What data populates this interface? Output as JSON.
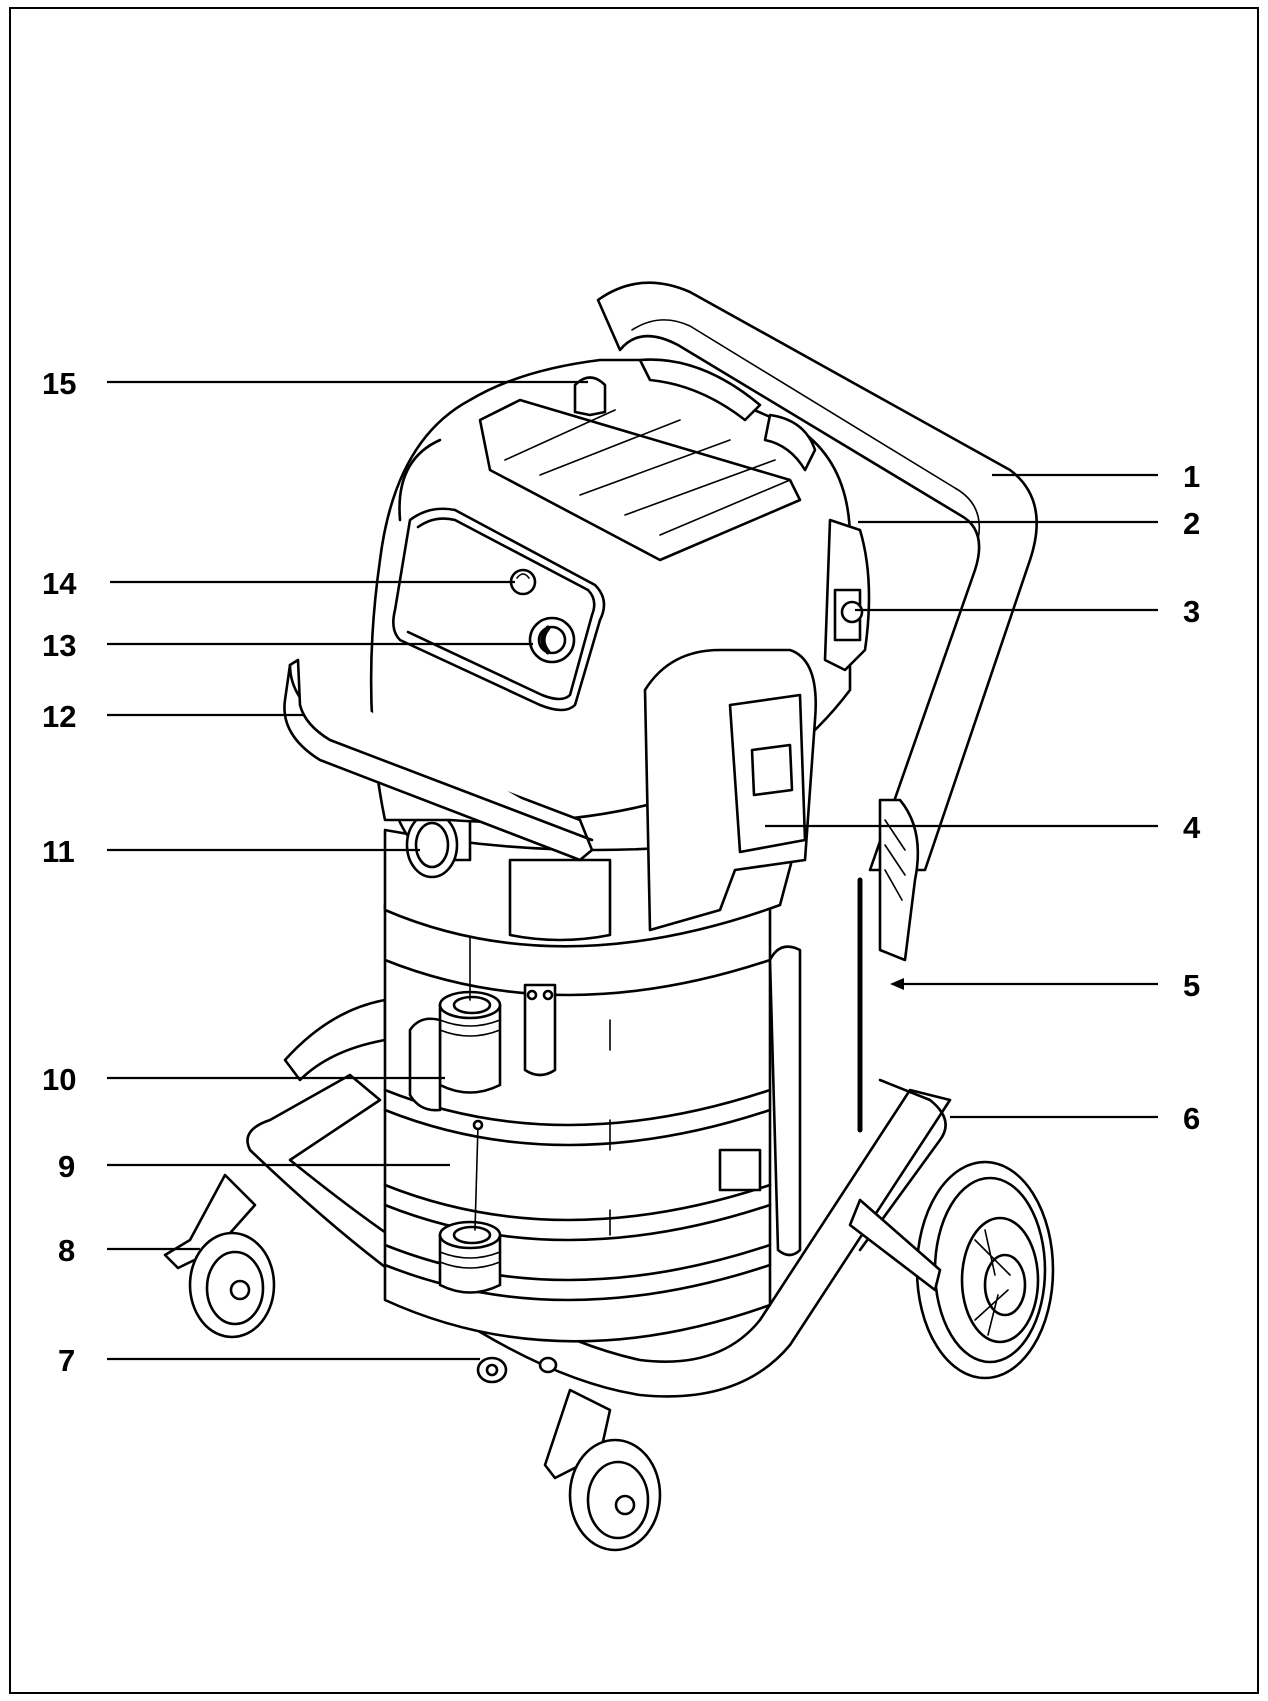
{
  "labels": [
    {
      "id": "1",
      "text": "1"
    },
    {
      "id": "2",
      "text": "2"
    },
    {
      "id": "3",
      "text": "3"
    },
    {
      "id": "4",
      "text": "4"
    },
    {
      "id": "5",
      "text": "5"
    },
    {
      "id": "6",
      "text": "6"
    },
    {
      "id": "7",
      "text": "7"
    },
    {
      "id": "8",
      "text": "8"
    },
    {
      "id": "9",
      "text": "9"
    },
    {
      "id": "10",
      "text": "10"
    },
    {
      "id": "11",
      "text": "11"
    },
    {
      "id": "12",
      "text": "12"
    },
    {
      "id": "13",
      "text": "13"
    },
    {
      "id": "14",
      "text": "14"
    },
    {
      "id": "15",
      "text": "15"
    }
  ],
  "colors": {
    "ink": "#000000",
    "paper": "#ffffff",
    "shade": "#e9e9e9"
  }
}
